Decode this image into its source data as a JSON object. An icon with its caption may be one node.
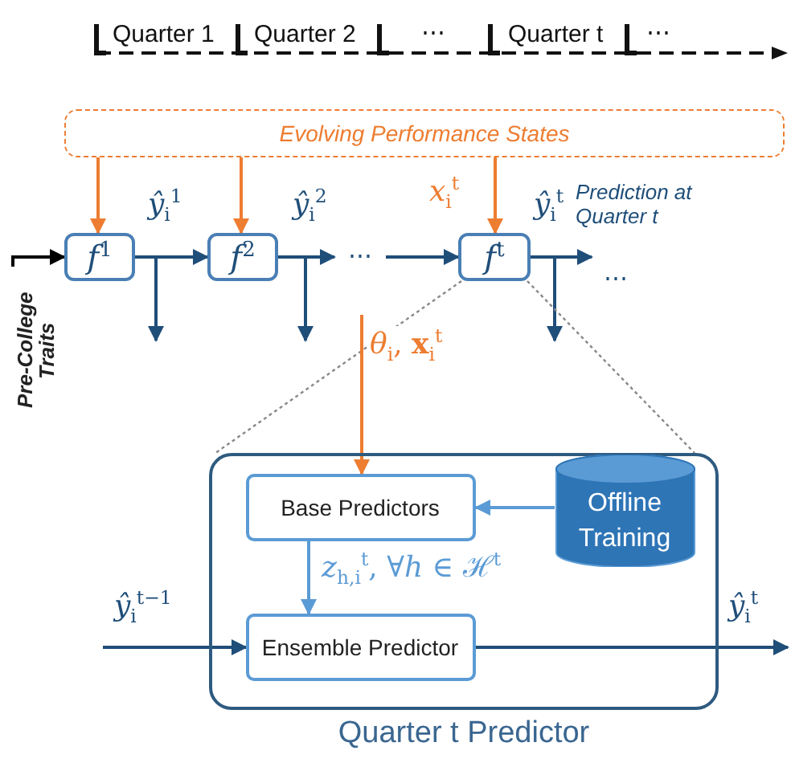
{
  "diagram": {
    "nodes": [
      {
        "text": [
          "Evolving Performance States"
        ]
      },
      {
        "text": [
          "*f*$^{1}$"
        ]
      },
      {
        "text": [
          "*f*$^{2}$"
        ]
      },
      {
        "text": [
          "*f*$^{t}$"
        ]
      },
      {
        "text": [
          "Pre-College Traits"
        ]
      },
      {
        "text": [
          "Quarter t Predictor"
        ]
      },
      {
        "text": [
          "Base Predictors"
        ],
        "in": 5
      },
      {
        "text": [
          "Offline Training"
        ],
        "in": 5
      },
      {
        "text": [
          "Ensemble Predictor"
        ],
        "in": 5
      },
      {
        "text": [
          "⋯"
        ]
      },
      {
        "text": [
          "⋯"
        ]
      }
    ],
    "edges": [
      {
        "from": 0,
        "to": 1,
        "arrow": "to",
        "color": "#ed7d31"
      },
      {
        "from": 0,
        "to": 2,
        "arrow": "to",
        "color": "#ed7d31"
      },
      {
        "from": 0,
        "to": 3,
        "arrow": "to",
        "color": "#ed7d31",
        "label": "*x*$_{i}$$^{t}$"
      },
      {
        "from": 4,
        "to": 1,
        "arrow": "to",
        "color": "#000000"
      },
      {
        "from": 1,
        "to": 2,
        "arrow": "to",
        "label": "*ŷ*$_{i}$$^{1}$"
      },
      {
        "from": 1,
        "to": null,
        "arrow": "to"
      },
      {
        "from": 2,
        "to": 9,
        "arrow": "to",
        "label": "*ŷ*$_{i}$$^{2}$"
      },
      {
        "from": 2,
        "to": null,
        "arrow": "to"
      },
      {
        "from": 9,
        "to": 3,
        "arrow": "to"
      },
      {
        "from": 3,
        "to": 10,
        "arrow": "to",
        "label": "*ŷ*$_{i}$$^{t}$"
      },
      {
        "from": 3,
        "to": null,
        "arrow": "to"
      },
      {
        "from": 3,
        "to": 5,
        "arrow": "none",
        "style": "dashed",
        "color": "#888888"
      },
      {
        "from": 3,
        "to": 5,
        "arrow": "none",
        "style": "dashed",
        "color": "#888888"
      },
      {
        "from": null,
        "to": 6,
        "arrow": "to",
        "color": "#ed7d31",
        "label": "*θ*$_{i}$, **x**$_{i}$$^{t}$"
      },
      {
        "from": 7,
        "to": 6,
        "arrow": "to",
        "color": "#5b9bd5"
      },
      {
        "from": 6,
        "to": 8,
        "arrow": "to",
        "color": "#5b9bd5",
        "label": "*z*$_{h,i}$$^{t}$, ∀*h* ∈ ℋ$^{t}$"
      },
      {
        "from": null,
        "to": 8,
        "arrow": "to",
        "label": "*ŷ*$_{i}$$^{t−1}$"
      },
      {
        "from": 8,
        "to": null,
        "arrow": "to",
        "label": "*ŷ*$_{i}$$^{t}$"
      }
    ],
    "labels": [
      "Quarter 1",
      "Quarter 2",
      "⋯",
      "Quarter t",
      "⋯",
      "Prediction at Quarter t"
    ]
  }
}
